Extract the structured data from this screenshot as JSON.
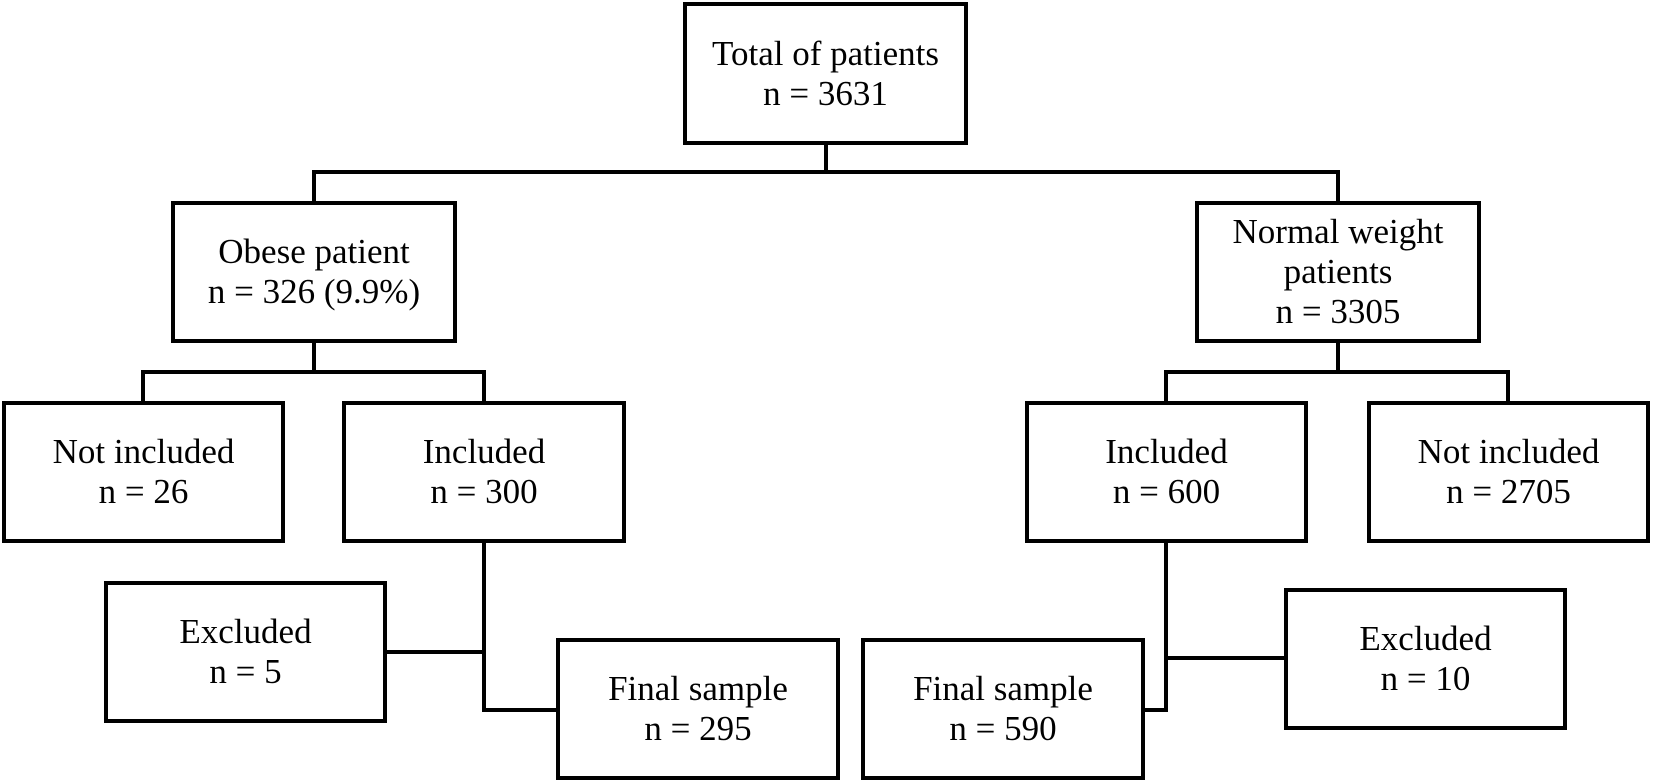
{
  "diagram": {
    "line_color": "#000000",
    "nodes": {
      "total": {
        "label": "Total of patients",
        "count": "n = 3631"
      },
      "obese": {
        "label": "Obese patient",
        "count": "n = 326 (9.9%)"
      },
      "normal": {
        "label_line1": "Normal weight",
        "label_line2": "patients",
        "count": "n = 3305"
      },
      "obese_not_included": {
        "label": "Not included",
        "count": "n = 26"
      },
      "obese_included": {
        "label": "Included",
        "count": "n = 300"
      },
      "normal_included": {
        "label": "Included",
        "count": "n = 600"
      },
      "normal_not_included": {
        "label": "Not included",
        "count": "n = 2705"
      },
      "obese_excluded": {
        "label": "Excluded",
        "count": "n = 5"
      },
      "obese_final": {
        "label": "Final sample",
        "count": "n = 295"
      },
      "normal_final": {
        "label": "Final sample",
        "count": "n = 590"
      },
      "normal_excluded": {
        "label": "Excluded",
        "count": "n = 10"
      }
    }
  }
}
